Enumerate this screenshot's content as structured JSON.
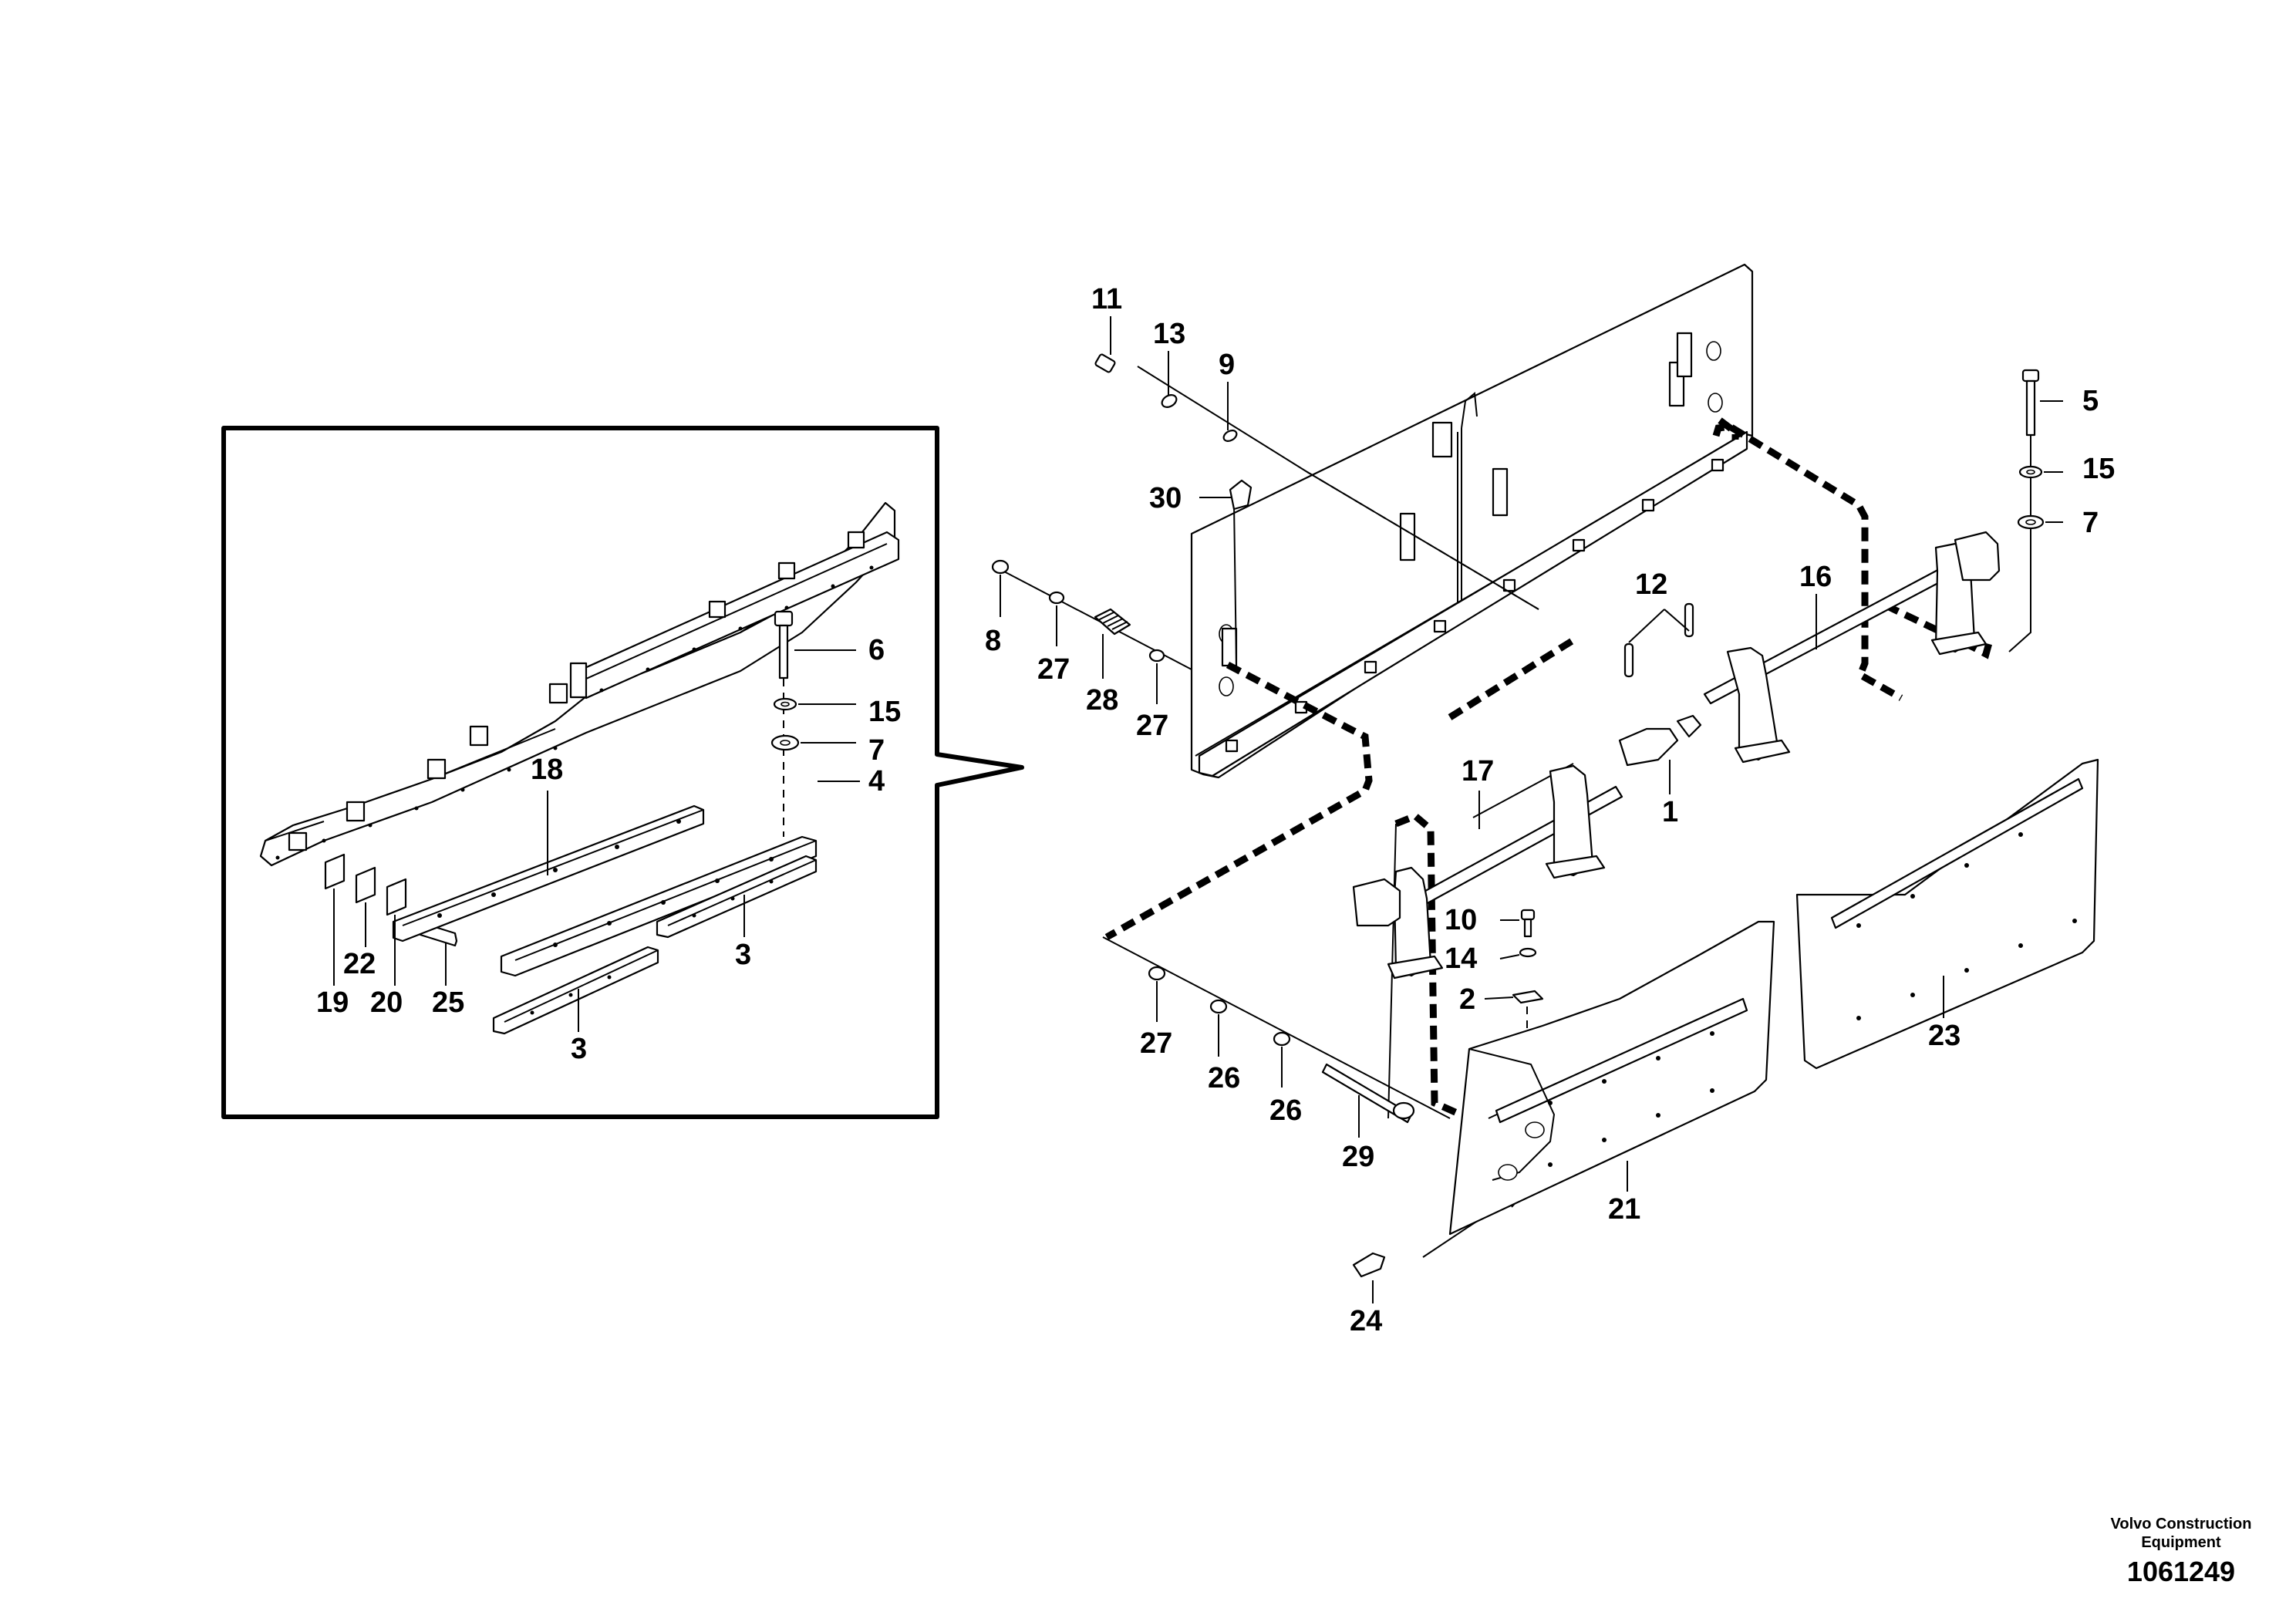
{
  "footer": {
    "brand_line1": "Volvo Construction",
    "brand_line2": "Equipment",
    "drawing_number": "1061249"
  },
  "callouts": {
    "c1": "1",
    "c2": "2",
    "c3a": "3",
    "c3b": "3",
    "c4": "4",
    "c5": "5",
    "c6": "6",
    "c7a": "7",
    "c7b": "7",
    "c8": "8",
    "c9": "9",
    "c10": "10",
    "c11": "11",
    "c12": "12",
    "c13": "13",
    "c14": "14",
    "c15a": "15",
    "c15b": "15",
    "c16": "16",
    "c17": "17",
    "c18": "18",
    "c19": "19",
    "c20": "20",
    "c21": "21",
    "c22": "22",
    "c23": "23",
    "c24": "24",
    "c25": "25",
    "c26a": "26",
    "c26b": "26",
    "c27a": "27",
    "c27b": "27",
    "c27c": "27",
    "c28": "28",
    "c29": "29",
    "c30": "30"
  }
}
